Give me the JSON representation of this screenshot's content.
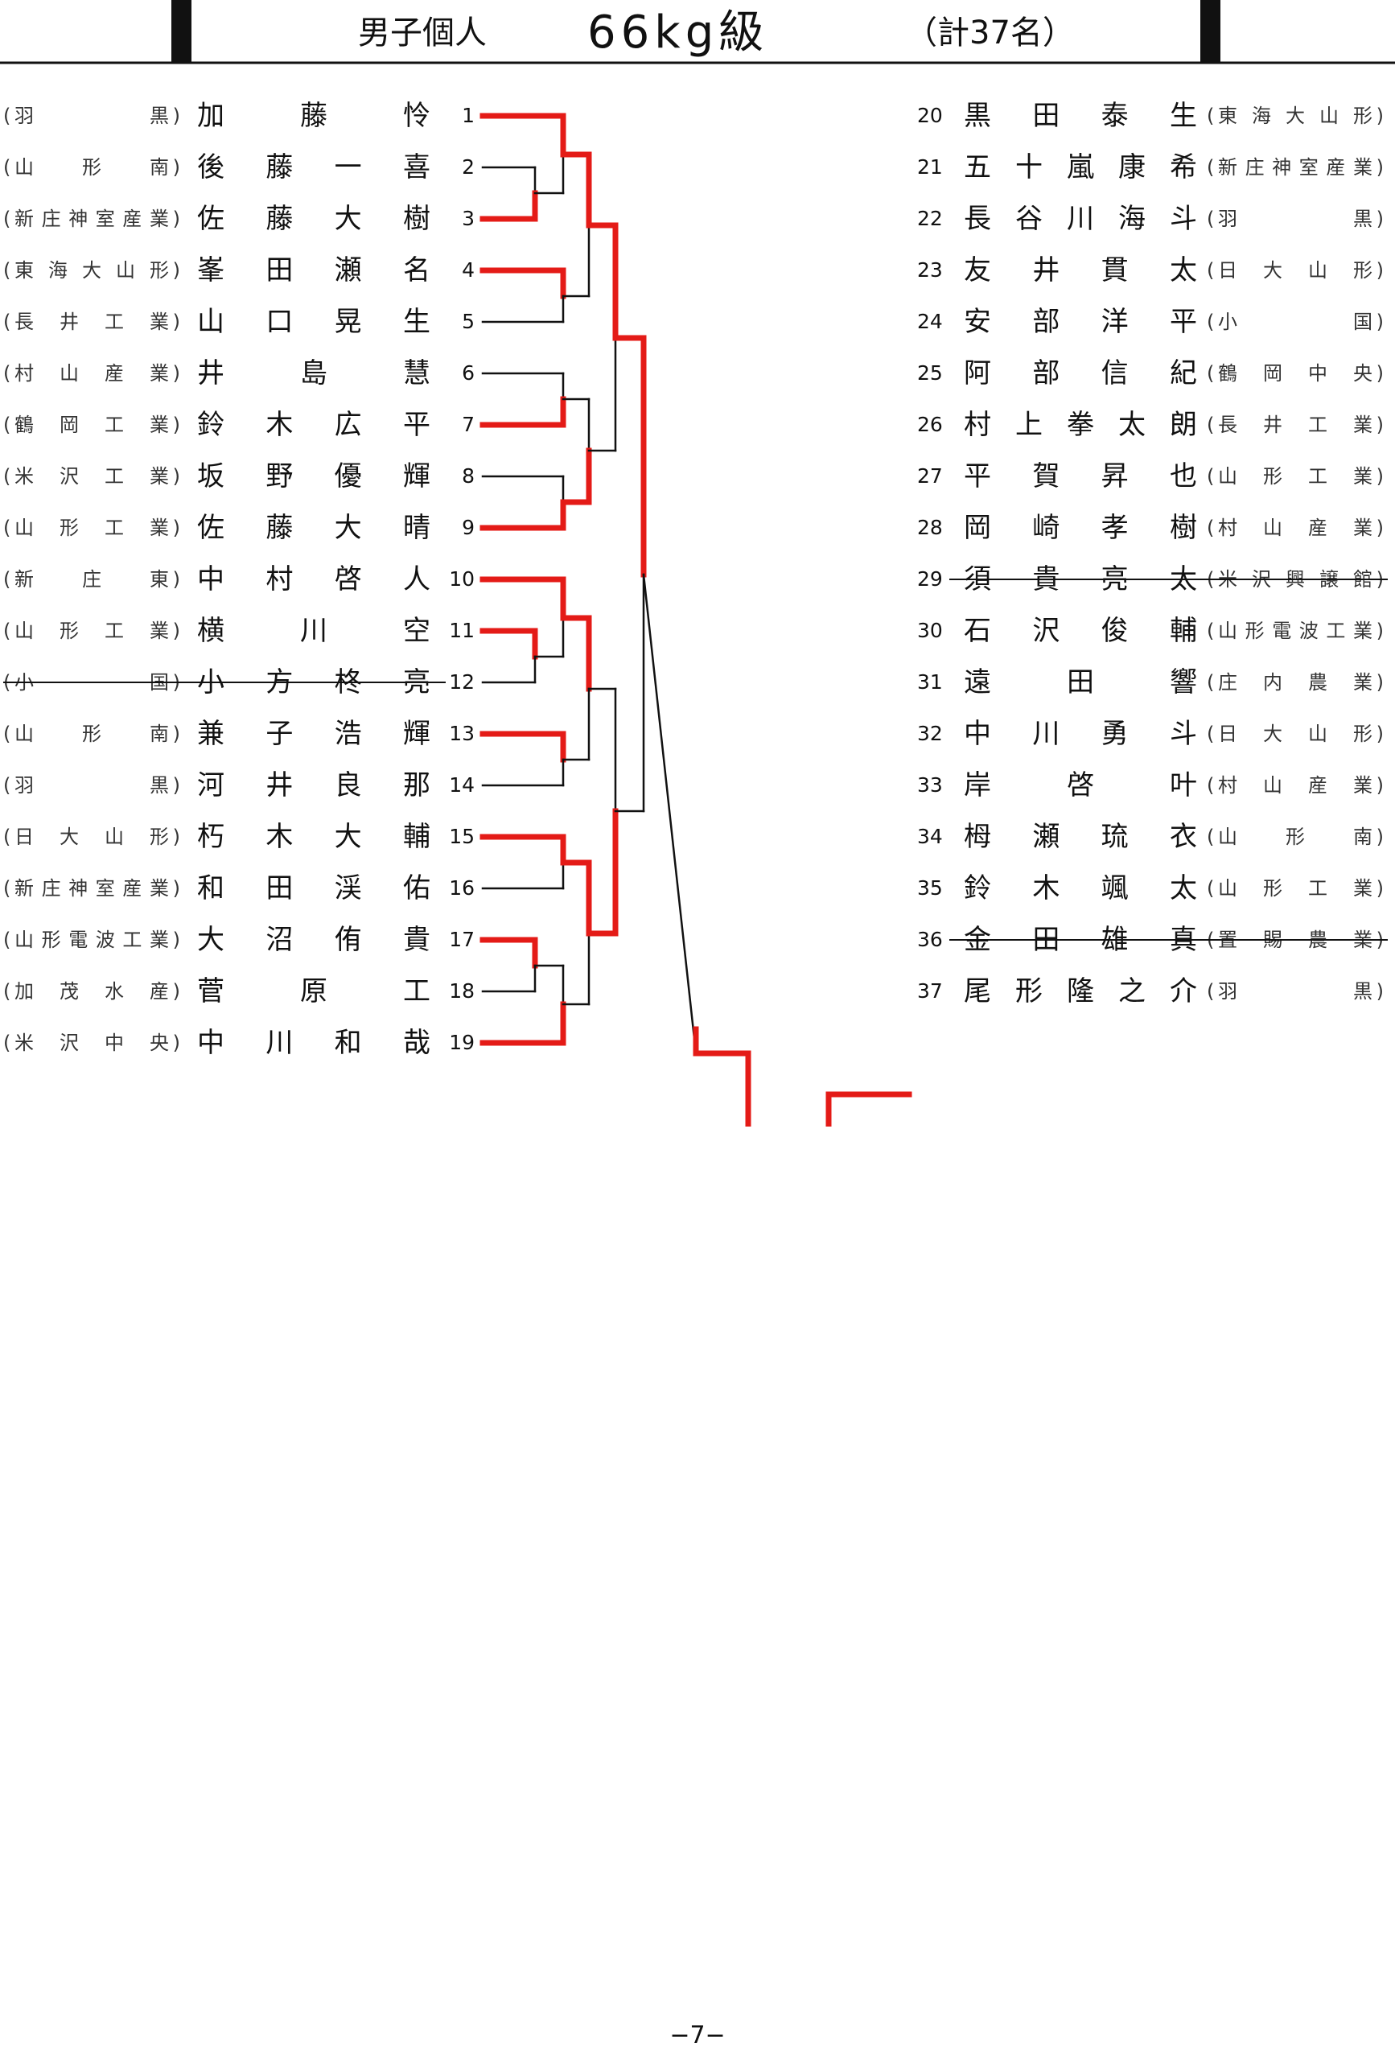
{
  "header": {
    "event": "男子個人",
    "weight_class": "66kg級",
    "count": "（計37名）"
  },
  "left_entries": [
    {
      "no": "1",
      "name": "加藤怜",
      "school": "羽黒"
    },
    {
      "no": "2",
      "name": "後藤一喜",
      "school": "山形南"
    },
    {
      "no": "3",
      "name": "佐藤大樹",
      "school": "新庄神室産業"
    },
    {
      "no": "4",
      "name": "峯田瀬名",
      "school": "東海大山形"
    },
    {
      "no": "5",
      "name": "山口晃生",
      "school": "長井工業"
    },
    {
      "no": "6",
      "name": "井島慧",
      "school": "村山産業"
    },
    {
      "no": "7",
      "name": "鈴木広平",
      "school": "鶴岡工業"
    },
    {
      "no": "8",
      "name": "坂野優輝",
      "school": "米沢工業"
    },
    {
      "no": "9",
      "name": "佐藤大晴",
      "school": "山形工業"
    },
    {
      "no": "10",
      "name": "中村啓人",
      "school": "新庄東"
    },
    {
      "no": "11",
      "name": "横川空",
      "school": "山形工業"
    },
    {
      "no": "12",
      "name": "小方柊亮",
      "school": "小国",
      "withdrawn": true
    },
    {
      "no": "13",
      "name": "兼子浩輝",
      "school": "山形南"
    },
    {
      "no": "14",
      "name": "河井良那",
      "school": "羽黒"
    },
    {
      "no": "15",
      "name": "朽木大輔",
      "school": "日大山形"
    },
    {
      "no": "16",
      "name": "和田渓佑",
      "school": "新庄神室産業"
    },
    {
      "no": "17",
      "name": "大沼侑貴",
      "school": "山形電波工業"
    },
    {
      "no": "18",
      "name": "菅原工",
      "school": "加茂水産"
    },
    {
      "no": "19",
      "name": "中川和哉",
      "school": "米沢中央"
    }
  ],
  "right_entries": [
    {
      "no": "20",
      "name": "黒田泰生",
      "school": "東海大山形"
    },
    {
      "no": "21",
      "name": "五十嵐康希",
      "school": "新庄神室産業"
    },
    {
      "no": "22",
      "name": "長谷川海斗",
      "school": "羽黒"
    },
    {
      "no": "23",
      "name": "友井貫太",
      "school": "日大山形"
    },
    {
      "no": "24",
      "name": "安部洋平",
      "school": "小国"
    },
    {
      "no": "25",
      "name": "阿部信紀",
      "school": "鶴岡中央"
    },
    {
      "no": "26",
      "name": "村上拳太朗",
      "school": "長井工業"
    },
    {
      "no": "27",
      "name": "平賀昇也",
      "school": "山形工業"
    },
    {
      "no": "28",
      "name": "岡崎孝樹",
      "school": "村山産業"
    },
    {
      "no": "29",
      "name": "須貴亮太",
      "school": "米沢興譲館",
      "withdrawn": true
    },
    {
      "no": "30",
      "name": "石沢俊輔",
      "school": "山形電波工業"
    },
    {
      "no": "31",
      "name": "遠田響",
      "school": "庄内農業"
    },
    {
      "no": "32",
      "name": "中川勇斗",
      "school": "日大山形"
    },
    {
      "no": "33",
      "name": "岸啓叶",
      "school": "村山産業"
    },
    {
      "no": "34",
      "name": "栂瀬琉衣",
      "school": "山形南"
    },
    {
      "no": "35",
      "name": "鈴木颯太",
      "school": "山形工業"
    },
    {
      "no": "36",
      "name": "金田雄真",
      "school": "置賜農業",
      "withdrawn": true
    },
    {
      "no": "37",
      "name": "尾形隆之介",
      "school": "羽黒"
    }
  ],
  "colors": {
    "winner_line": "#e41b17",
    "line": "#111111"
  },
  "footer": {
    "page": "−7−"
  }
}
